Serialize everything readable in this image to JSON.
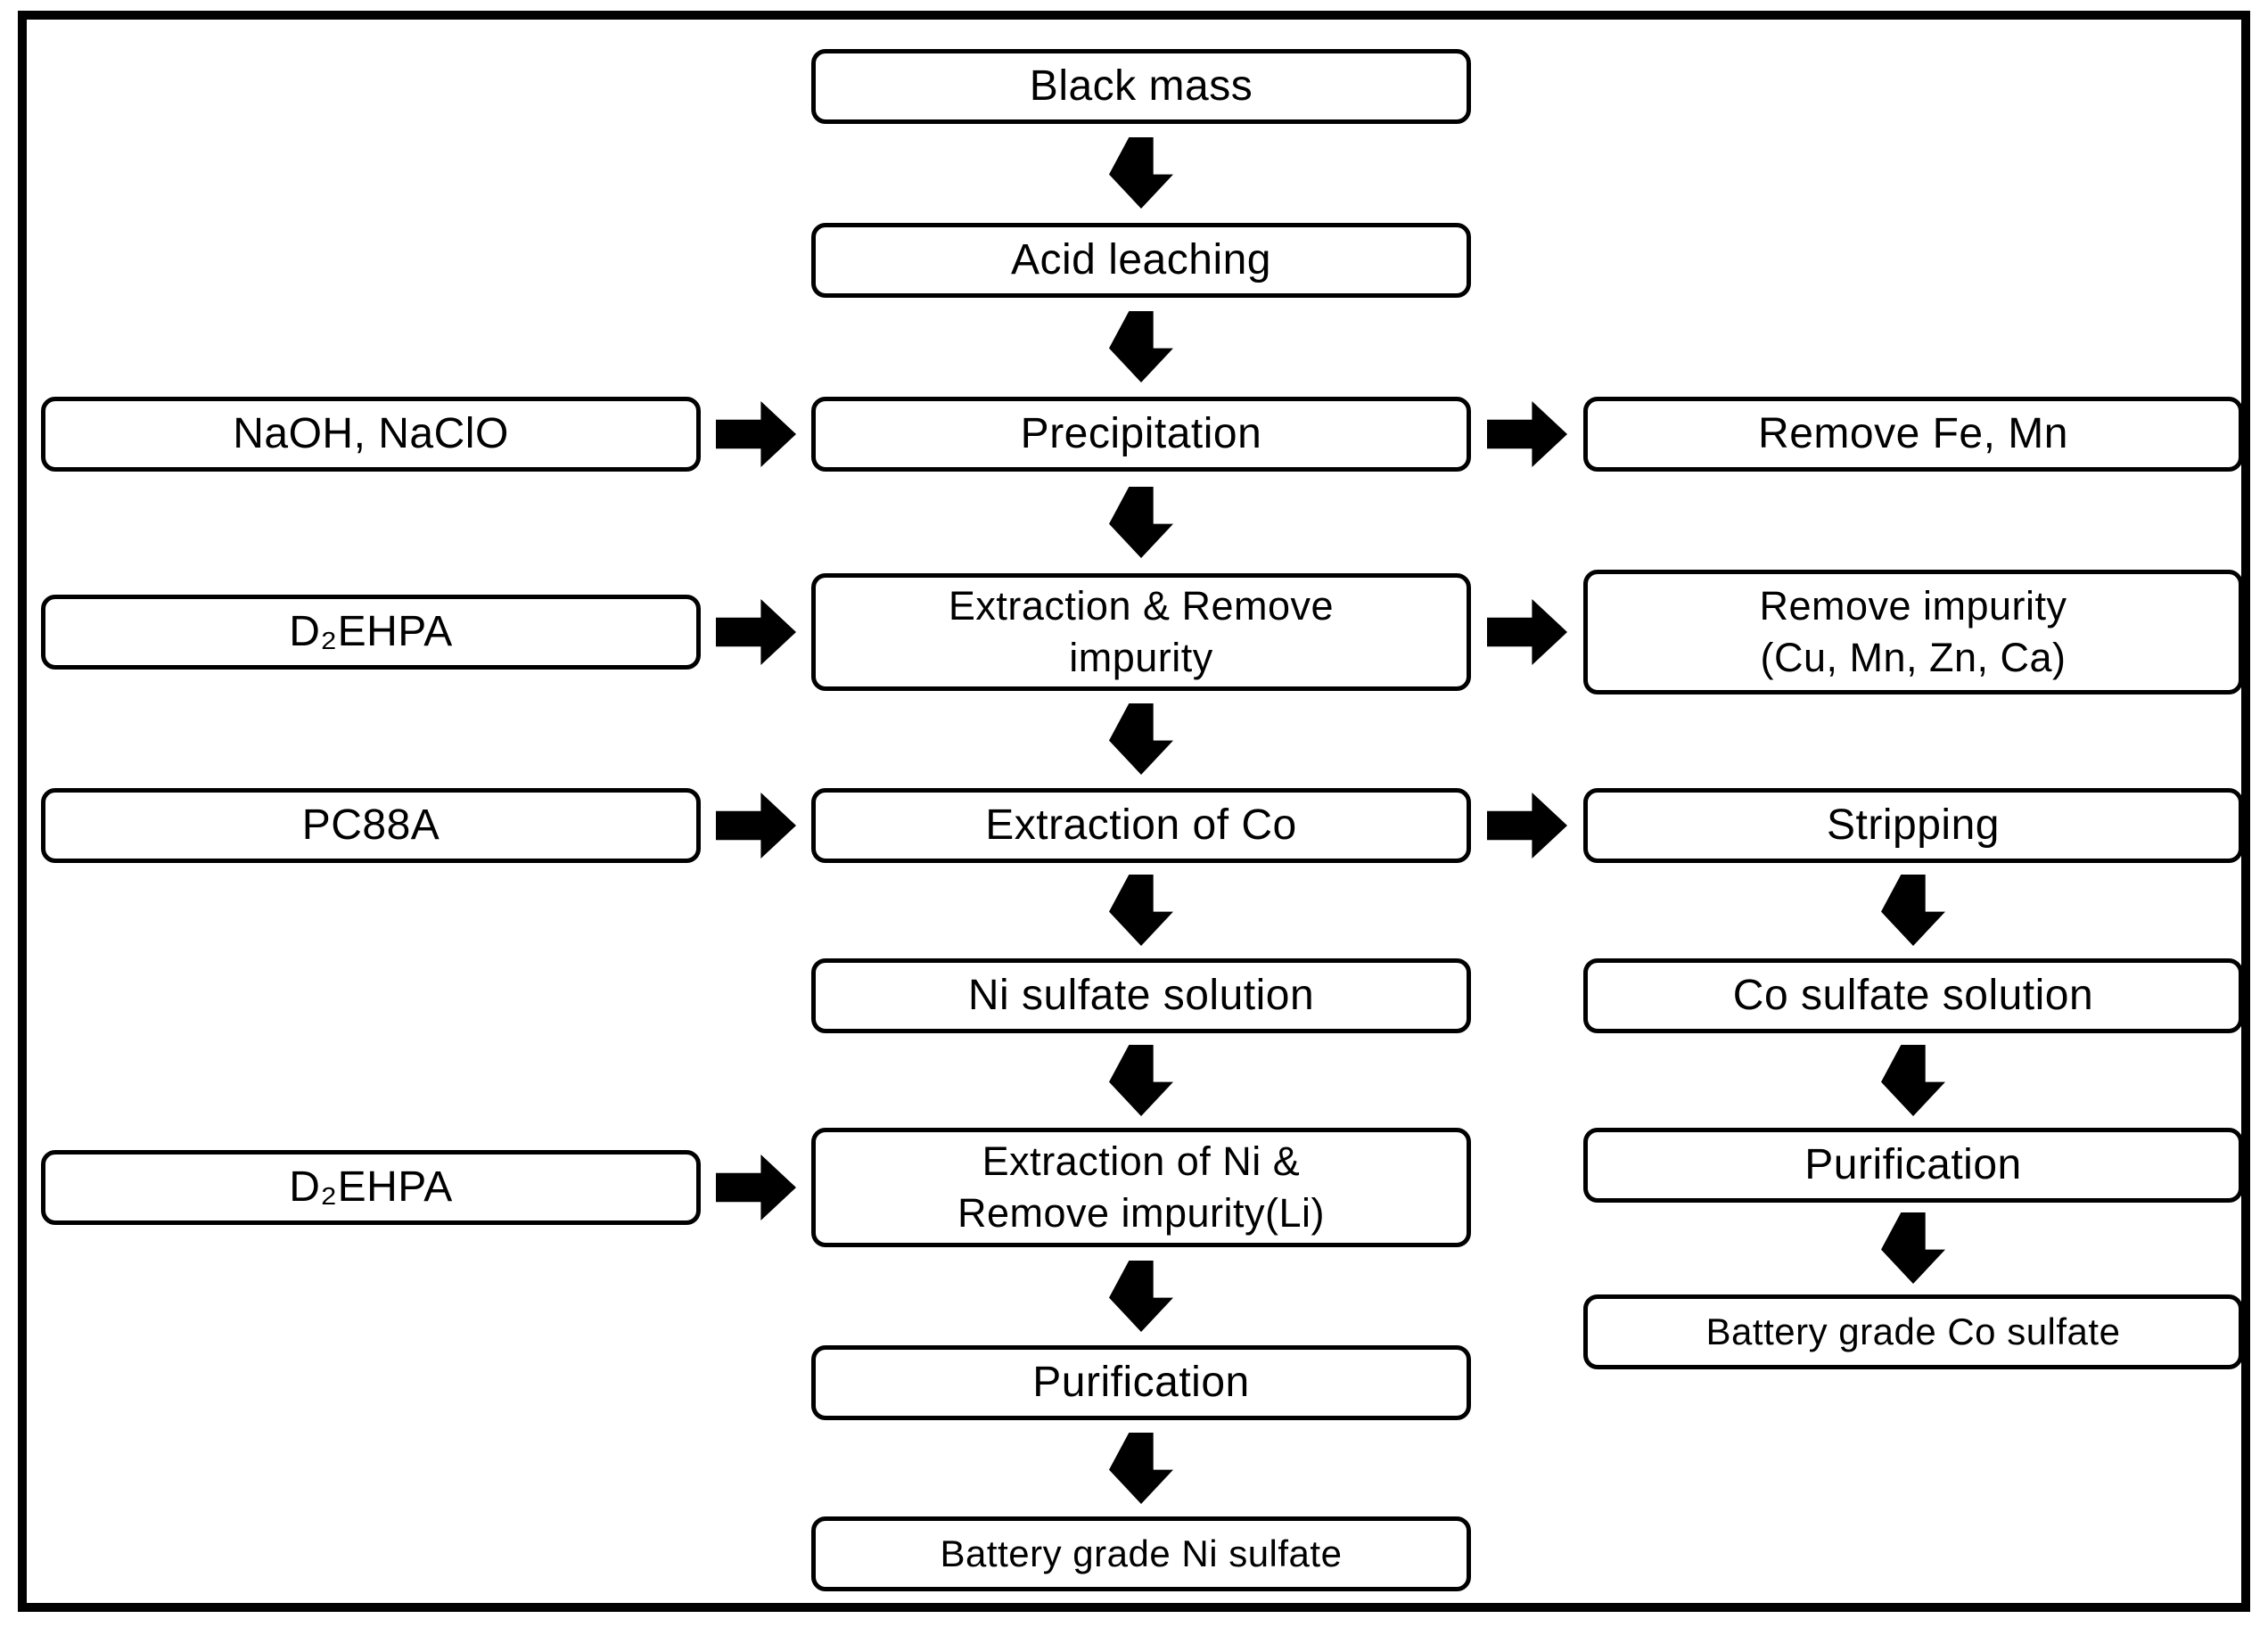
{
  "colors": {
    "ink": "#000000",
    "paper": "#ffffff"
  },
  "flowchart": {
    "nodes": [
      {
        "id": "black-mass",
        "lines": [
          "Black mass"
        ]
      },
      {
        "id": "acid-leaching",
        "lines": [
          "Acid leaching"
        ]
      },
      {
        "id": "naoh-naclo",
        "lines": [
          "NaOH, NaClO"
        ]
      },
      {
        "id": "precipitation",
        "lines": [
          "Precipitation"
        ]
      },
      {
        "id": "remove-fe-mn",
        "lines": [
          "Remove Fe, Mn"
        ]
      },
      {
        "id": "d2ehpa-1",
        "lines": [
          "D₂EHPA"
        ]
      },
      {
        "id": "extraction-remove-impurity",
        "lines": [
          "Extraction & Remove",
          "impurity"
        ]
      },
      {
        "id": "remove-impurity-cu-mn-zn-ca",
        "lines": [
          "Remove impurity",
          "(Cu, Mn, Zn, Ca)"
        ]
      },
      {
        "id": "pc88a",
        "lines": [
          "PC88A"
        ]
      },
      {
        "id": "extraction-of-co",
        "lines": [
          "Extraction of Co"
        ]
      },
      {
        "id": "stripping",
        "lines": [
          "Stripping"
        ]
      },
      {
        "id": "ni-sulfate-solution",
        "lines": [
          "Ni sulfate solution"
        ]
      },
      {
        "id": "co-sulfate-solution",
        "lines": [
          "Co sulfate solution"
        ]
      },
      {
        "id": "d2ehpa-2",
        "lines": [
          "D₂EHPA"
        ]
      },
      {
        "id": "extraction-of-ni",
        "lines": [
          "Extraction of Ni &",
          "Remove impurity(Li)"
        ]
      },
      {
        "id": "purification-co",
        "lines": [
          "Purification"
        ]
      },
      {
        "id": "battery-grade-co-sulfate",
        "lines": [
          "Battery grade Co sulfate"
        ]
      },
      {
        "id": "purification-ni",
        "lines": [
          "Purification"
        ]
      },
      {
        "id": "battery-grade-ni-sulfate",
        "lines": [
          "Battery grade Ni sulfate"
        ]
      }
    ]
  }
}
